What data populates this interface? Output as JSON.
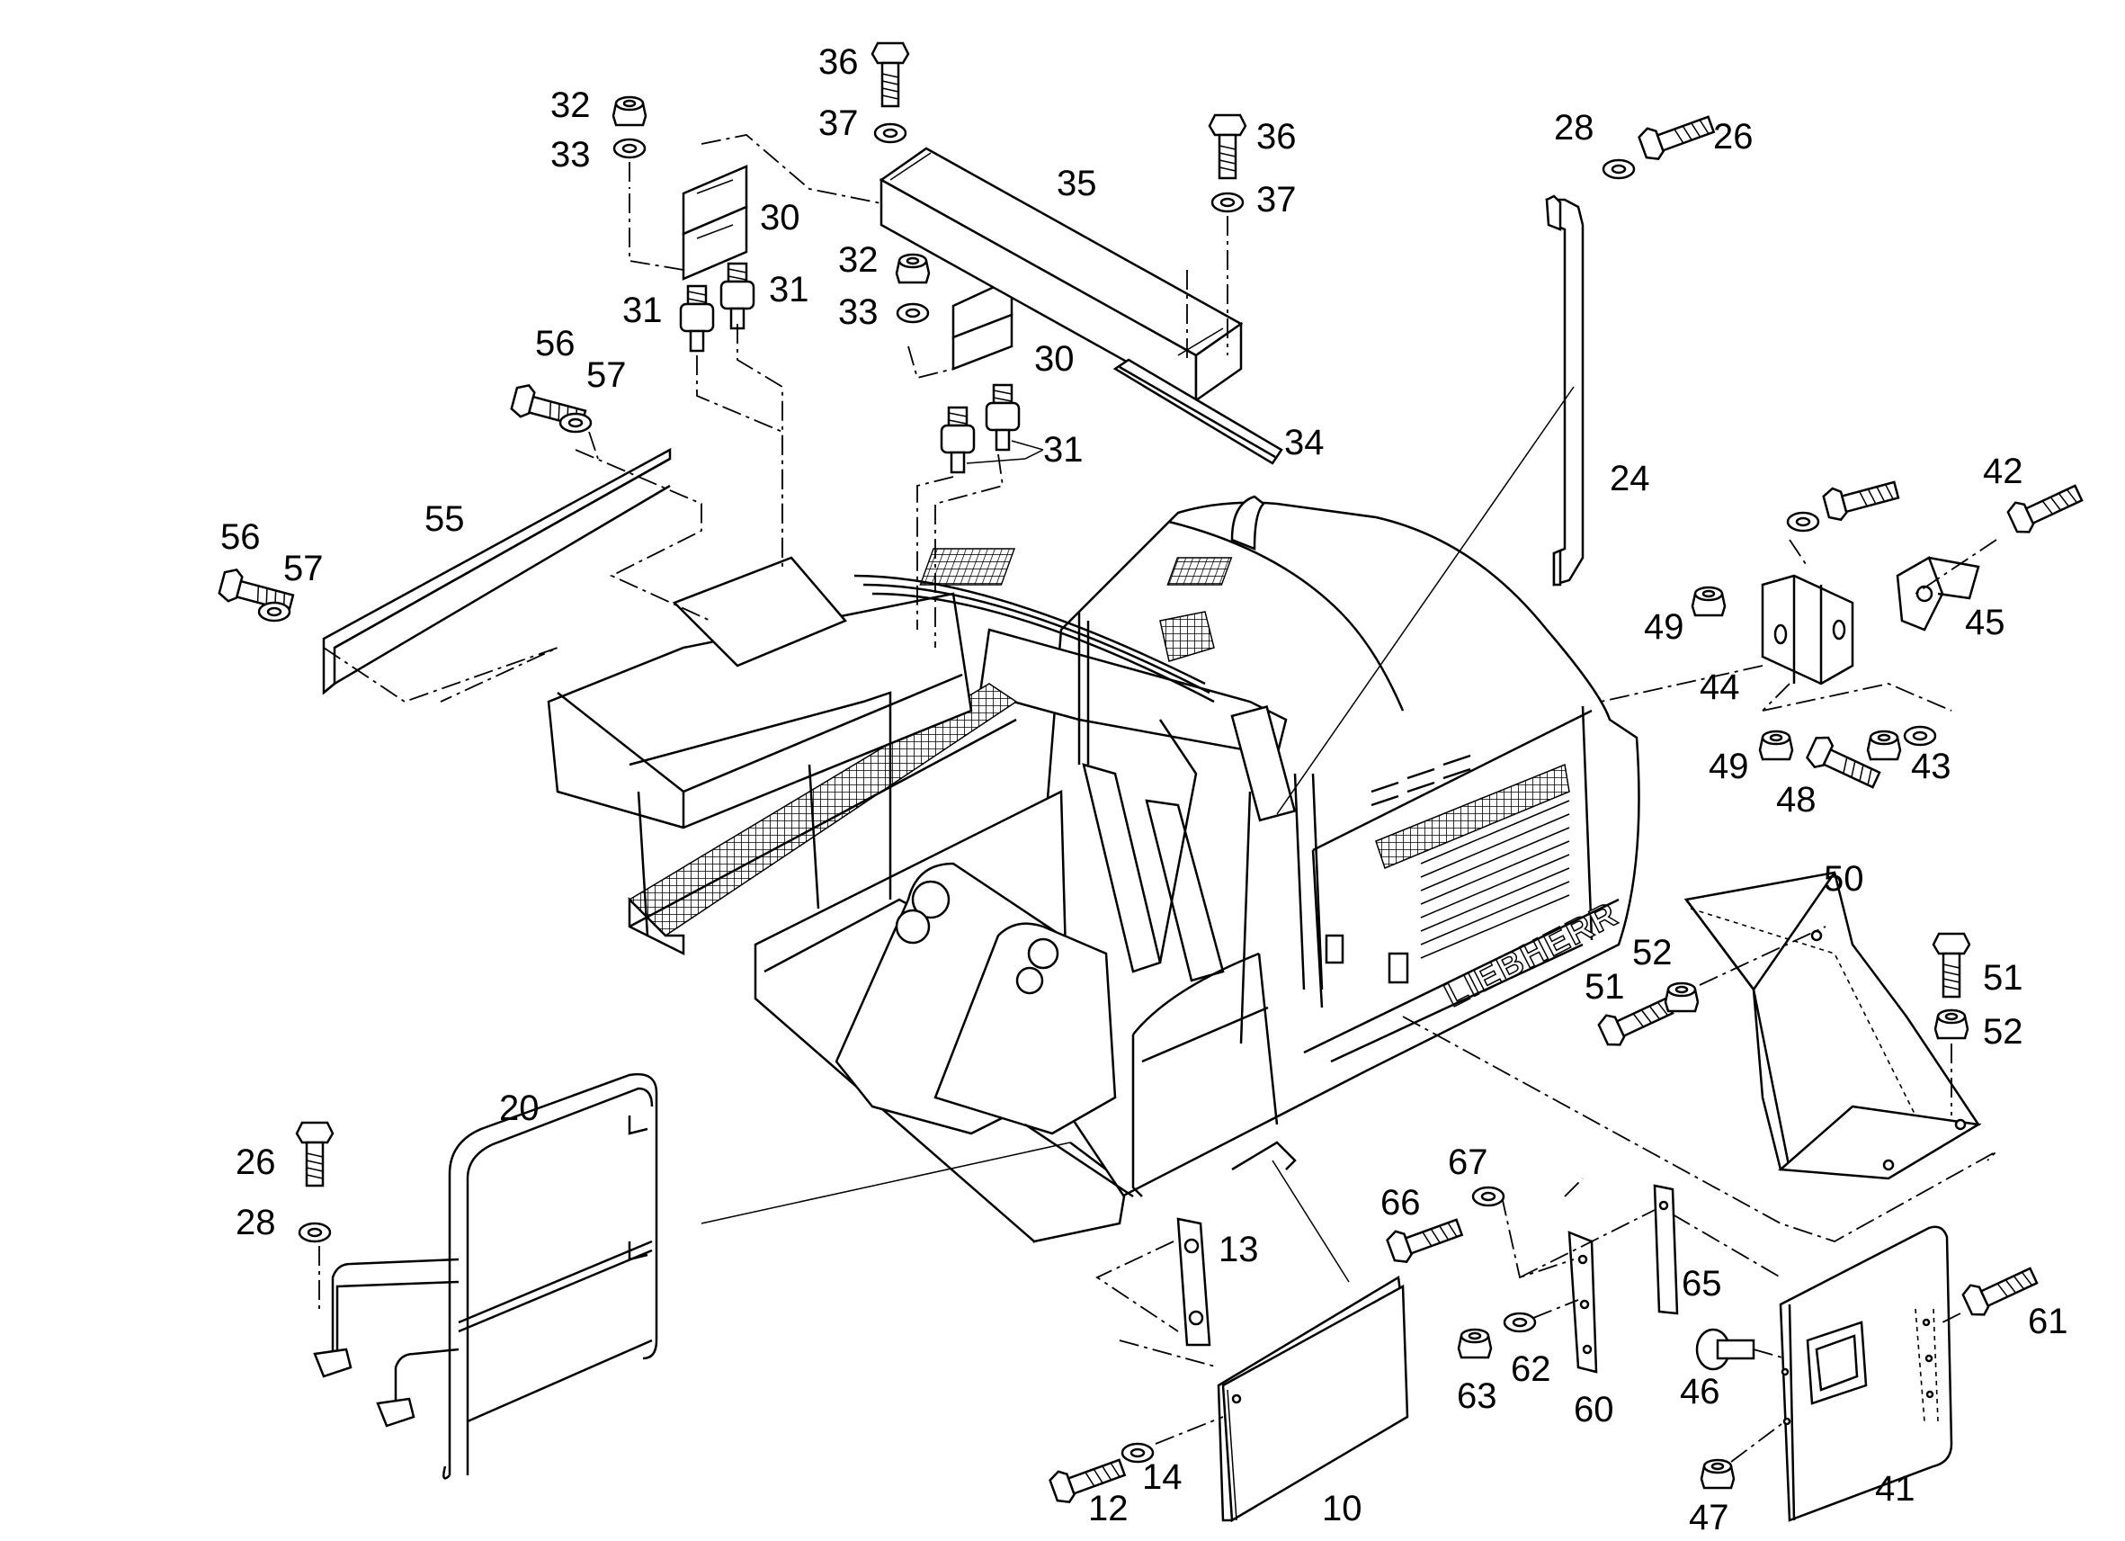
{
  "brand": {
    "text": "LIEBHERR"
  },
  "labels": [
    {
      "id": "10",
      "text": "10"
    },
    {
      "id": "12",
      "text": "12"
    },
    {
      "id": "13",
      "text": "13"
    },
    {
      "id": "14",
      "text": "14"
    },
    {
      "id": "20",
      "text": "20"
    },
    {
      "id": "24",
      "text": "24"
    },
    {
      "id": "26a",
      "text": "26"
    },
    {
      "id": "26b",
      "text": "26"
    },
    {
      "id": "28a",
      "text": "28"
    },
    {
      "id": "28b",
      "text": "28"
    },
    {
      "id": "30a",
      "text": "30"
    },
    {
      "id": "30b",
      "text": "30"
    },
    {
      "id": "31a",
      "text": "31"
    },
    {
      "id": "31b",
      "text": "31"
    },
    {
      "id": "31c",
      "text": "31"
    },
    {
      "id": "32a",
      "text": "32"
    },
    {
      "id": "32b",
      "text": "32"
    },
    {
      "id": "33a",
      "text": "33"
    },
    {
      "id": "33b",
      "text": "33"
    },
    {
      "id": "34",
      "text": "34"
    },
    {
      "id": "35",
      "text": "35"
    },
    {
      "id": "36a",
      "text": "36"
    },
    {
      "id": "36b",
      "text": "36"
    },
    {
      "id": "37a",
      "text": "37"
    },
    {
      "id": "37b",
      "text": "37"
    },
    {
      "id": "41",
      "text": "41"
    },
    {
      "id": "42",
      "text": "42"
    },
    {
      "id": "43",
      "text": "43"
    },
    {
      "id": "44",
      "text": "44"
    },
    {
      "id": "45",
      "text": "45"
    },
    {
      "id": "46",
      "text": "46"
    },
    {
      "id": "47",
      "text": "47"
    },
    {
      "id": "48",
      "text": "48"
    },
    {
      "id": "49a",
      "text": "49"
    },
    {
      "id": "49b",
      "text": "49"
    },
    {
      "id": "50",
      "text": "50"
    },
    {
      "id": "51a",
      "text": "51"
    },
    {
      "id": "51b",
      "text": "51"
    },
    {
      "id": "52a",
      "text": "52"
    },
    {
      "id": "52b",
      "text": "52"
    },
    {
      "id": "55",
      "text": "55"
    },
    {
      "id": "56a",
      "text": "56"
    },
    {
      "id": "56b",
      "text": "56"
    },
    {
      "id": "57a",
      "text": "57"
    },
    {
      "id": "57b",
      "text": "57"
    },
    {
      "id": "60",
      "text": "60"
    },
    {
      "id": "61",
      "text": "61"
    },
    {
      "id": "62",
      "text": "62"
    },
    {
      "id": "63",
      "text": "63"
    },
    {
      "id": "65",
      "text": "65"
    },
    {
      "id": "66",
      "text": "66"
    },
    {
      "id": "67",
      "text": "67"
    }
  ]
}
